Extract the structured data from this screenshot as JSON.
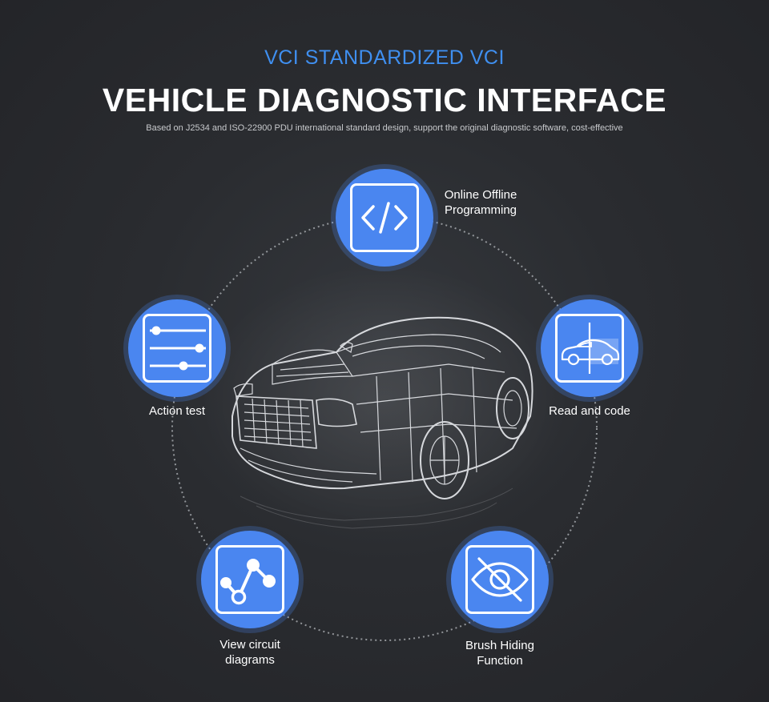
{
  "header": {
    "subtitle": "VCI STANDARDIZED VCI",
    "title": "VEHICLE DIAGNOSTIC INTERFACE",
    "description": "Based on J2534 and ISO-22900 PDU international standard design, support the original diagnostic software, cost-effective"
  },
  "features": [
    {
      "label_line1": "Online Offline",
      "label_line2": "Programming",
      "icon": "code-icon"
    },
    {
      "label_line1": "Action test",
      "label_line2": "",
      "icon": "sliders-icon"
    },
    {
      "label_line1": "Read and code",
      "label_line2": "",
      "icon": "car-scan-icon"
    },
    {
      "label_line1": "View circuit",
      "label_line2": "diagrams",
      "icon": "circuit-graph-icon"
    },
    {
      "label_line1": "Brush Hiding",
      "label_line2": "Function",
      "icon": "eye-slash-icon"
    }
  ],
  "colors": {
    "accent": "#4a86f0",
    "subtitle": "#3f8ff0",
    "background": "#2a2c30"
  }
}
